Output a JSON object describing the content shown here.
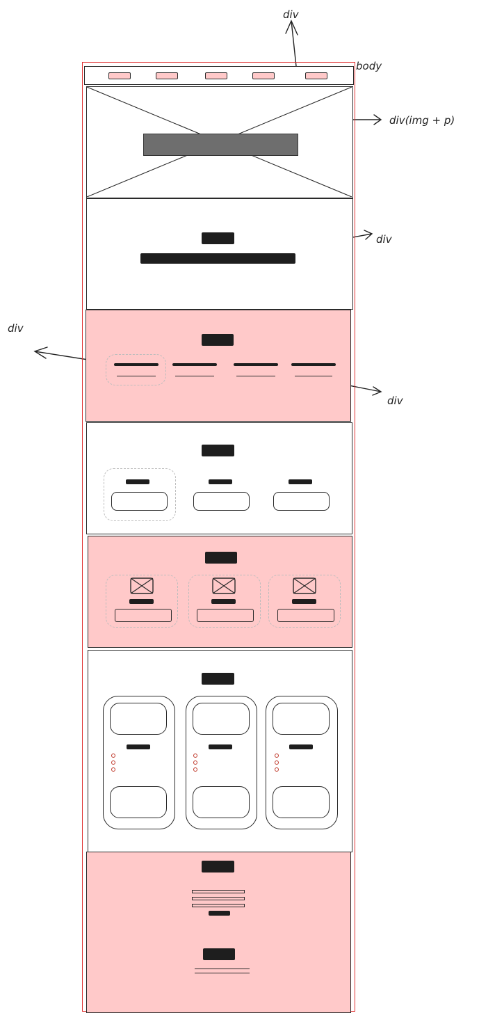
{
  "annotations": {
    "top_div": "div",
    "body": "body",
    "hero_div": "div(img + p)",
    "about_div": "div",
    "left_div": "div",
    "features_div": "div"
  },
  "colors": {
    "pink_fill": "#ffc9c9",
    "stroke": "#1e1e1e",
    "body_outline": "#e03131",
    "hero_bar": "#6e6e6e"
  },
  "nav": {
    "item_count": 5
  },
  "features": {
    "item_count": 4
  },
  "pricing": {
    "card_count": 3
  },
  "gallery": {
    "item_count": 3
  },
  "products": {
    "card_count": 3
  }
}
